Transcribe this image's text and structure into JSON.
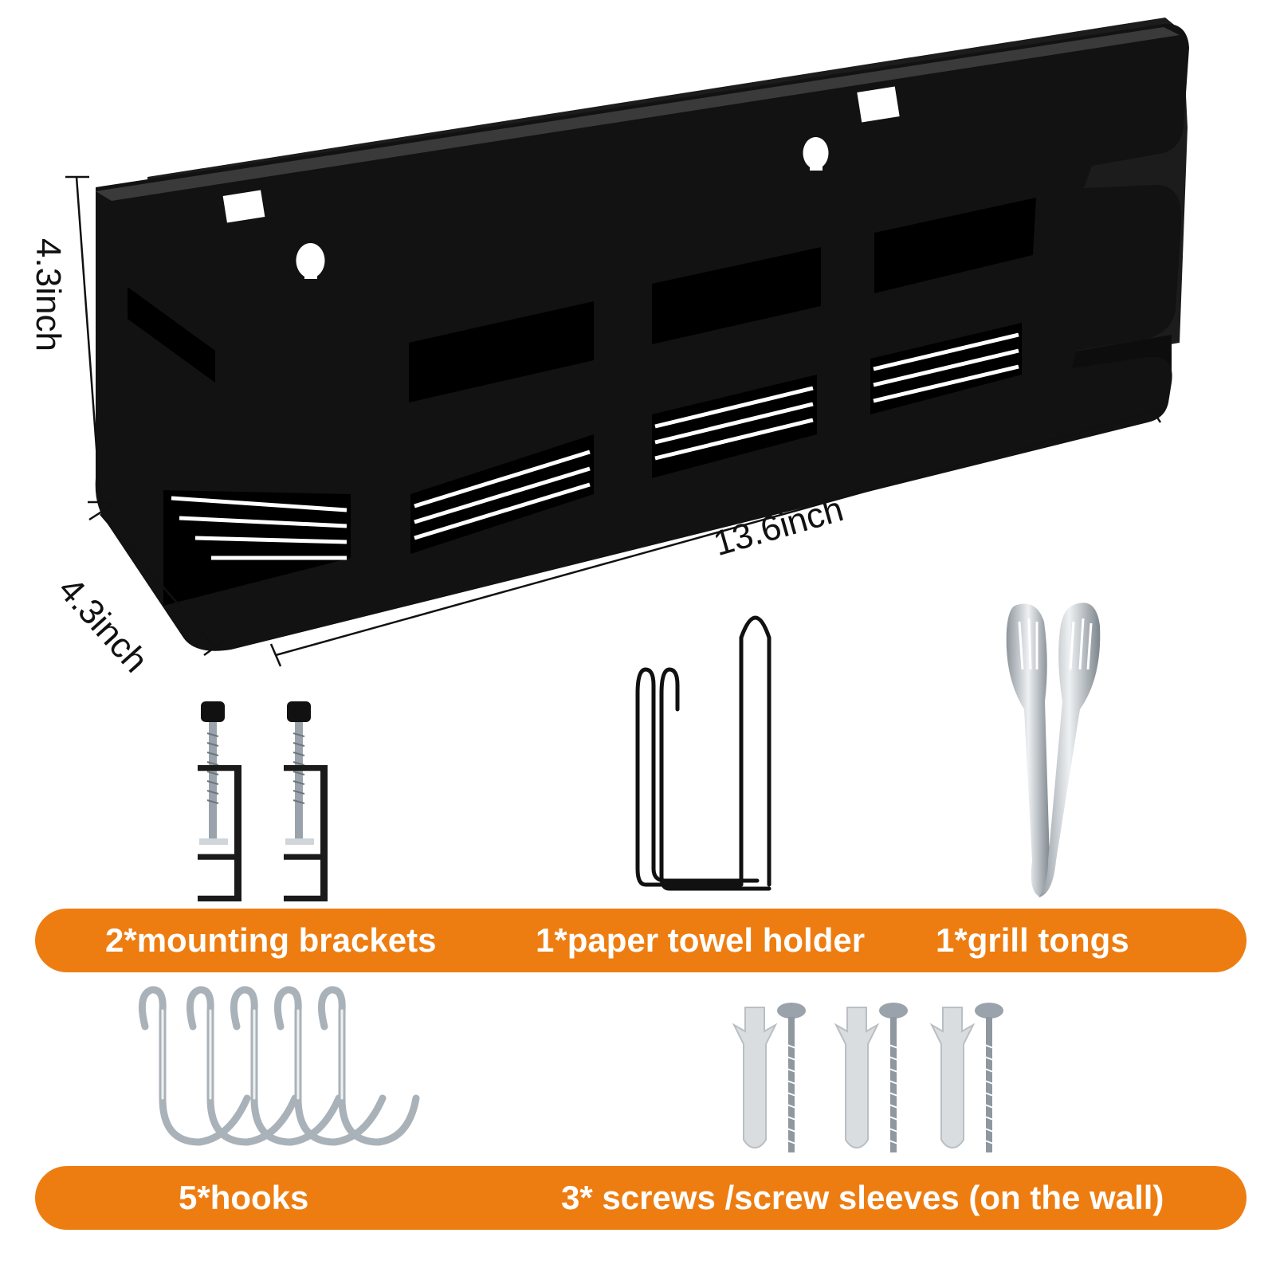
{
  "colors": {
    "accent": "#ee7d11",
    "label": "#ffffff",
    "product": "#141414",
    "metal": "#b7bec5"
  },
  "dimensions": {
    "height": "4.3inch",
    "depth": "4.3inch",
    "width": "13.6inch"
  },
  "accessories_row1": [
    {
      "label": "2*mounting brackets",
      "icon": "mounting-bracket-icon"
    },
    {
      "label": "1*paper towel holder",
      "icon": "paper-towel-holder-icon"
    },
    {
      "label": "1*grill tongs",
      "icon": "grill-tongs-icon"
    }
  ],
  "accessories_row2": [
    {
      "label": "5*hooks",
      "icon": "s-hook-icon"
    },
    {
      "label": "3* screws /screw sleeves (on the wall)",
      "icon": "screw-icon"
    }
  ]
}
